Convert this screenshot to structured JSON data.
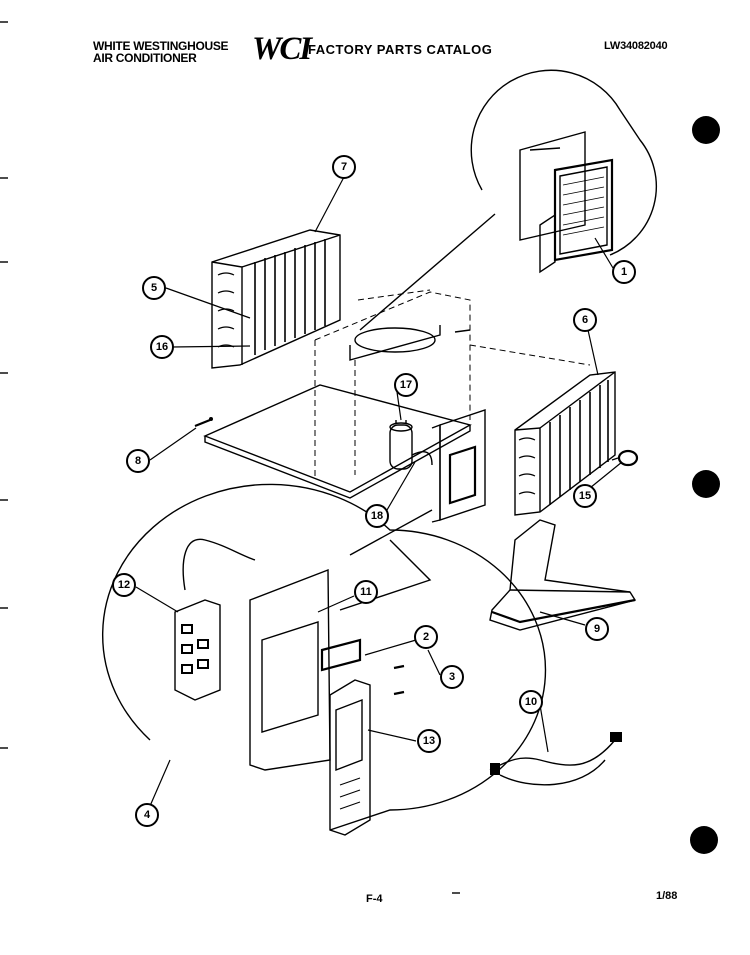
{
  "header": {
    "brand_line1": "WHITE WESTINGHOUSE",
    "brand_line2": "AIR CONDITIONER",
    "logo_text": "WCI",
    "catalog_title": "FACTORY PARTS CATALOG",
    "model_number": "LW34082040"
  },
  "footer": {
    "page_number": "F-4",
    "date_code": "1/88"
  },
  "callouts": [
    {
      "id": "c1",
      "label": "1"
    },
    {
      "id": "c2",
      "label": "2"
    },
    {
      "id": "c3",
      "label": "3"
    },
    {
      "id": "c4",
      "label": "4"
    },
    {
      "id": "c5",
      "label": "5"
    },
    {
      "id": "c6",
      "label": "6"
    },
    {
      "id": "c7",
      "label": "7"
    },
    {
      "id": "c8",
      "label": "8"
    },
    {
      "id": "c9",
      "label": "9"
    },
    {
      "id": "c10",
      "label": "10"
    },
    {
      "id": "c11",
      "label": "11"
    },
    {
      "id": "c12",
      "label": "12"
    },
    {
      "id": "c13",
      "label": "13"
    },
    {
      "id": "c15",
      "label": "15"
    },
    {
      "id": "c16",
      "label": "16"
    },
    {
      "id": "c17",
      "label": "17"
    },
    {
      "id": "c18",
      "label": "18"
    }
  ]
}
